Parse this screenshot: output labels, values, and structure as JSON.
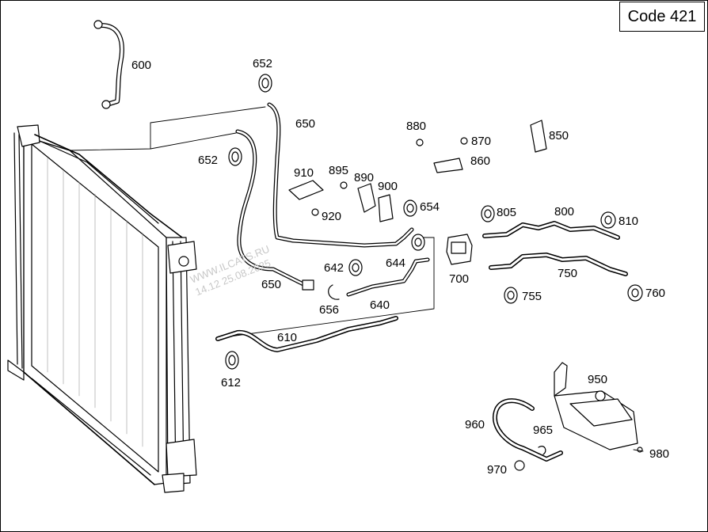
{
  "code_label": "Code 421",
  "watermark": {
    "line1": "WWW.ILCATS.RU",
    "line2": "14.12 25.08.2025"
  },
  "callouts": [
    {
      "id": "p600",
      "text": "600"
    },
    {
      "id": "p652a",
      "text": "652"
    },
    {
      "id": "p650a",
      "text": "650"
    },
    {
      "id": "p652b",
      "text": "652"
    },
    {
      "id": "p880",
      "text": "880"
    },
    {
      "id": "p870",
      "text": "870"
    },
    {
      "id": "p850",
      "text": "850"
    },
    {
      "id": "p860",
      "text": "860"
    },
    {
      "id": "p910",
      "text": "910"
    },
    {
      "id": "p895",
      "text": "895"
    },
    {
      "id": "p890",
      "text": "890"
    },
    {
      "id": "p900",
      "text": "900"
    },
    {
      "id": "p654",
      "text": "654"
    },
    {
      "id": "p920",
      "text": "920"
    },
    {
      "id": "p805",
      "text": "805"
    },
    {
      "id": "p800",
      "text": "800"
    },
    {
      "id": "p810",
      "text": "810"
    },
    {
      "id": "p642",
      "text": "642"
    },
    {
      "id": "p644",
      "text": "644"
    },
    {
      "id": "p700",
      "text": "700"
    },
    {
      "id": "p750",
      "text": "750"
    },
    {
      "id": "p650b",
      "text": "650"
    },
    {
      "id": "p656",
      "text": "656"
    },
    {
      "id": "p640",
      "text": "640"
    },
    {
      "id": "p755",
      "text": "755"
    },
    {
      "id": "p760",
      "text": "760"
    },
    {
      "id": "p610",
      "text": "610"
    },
    {
      "id": "p612",
      "text": "612"
    },
    {
      "id": "p950",
      "text": "950"
    },
    {
      "id": "p960",
      "text": "960"
    },
    {
      "id": "p965",
      "text": "965"
    },
    {
      "id": "p980",
      "text": "980"
    },
    {
      "id": "p970",
      "text": "970"
    }
  ]
}
